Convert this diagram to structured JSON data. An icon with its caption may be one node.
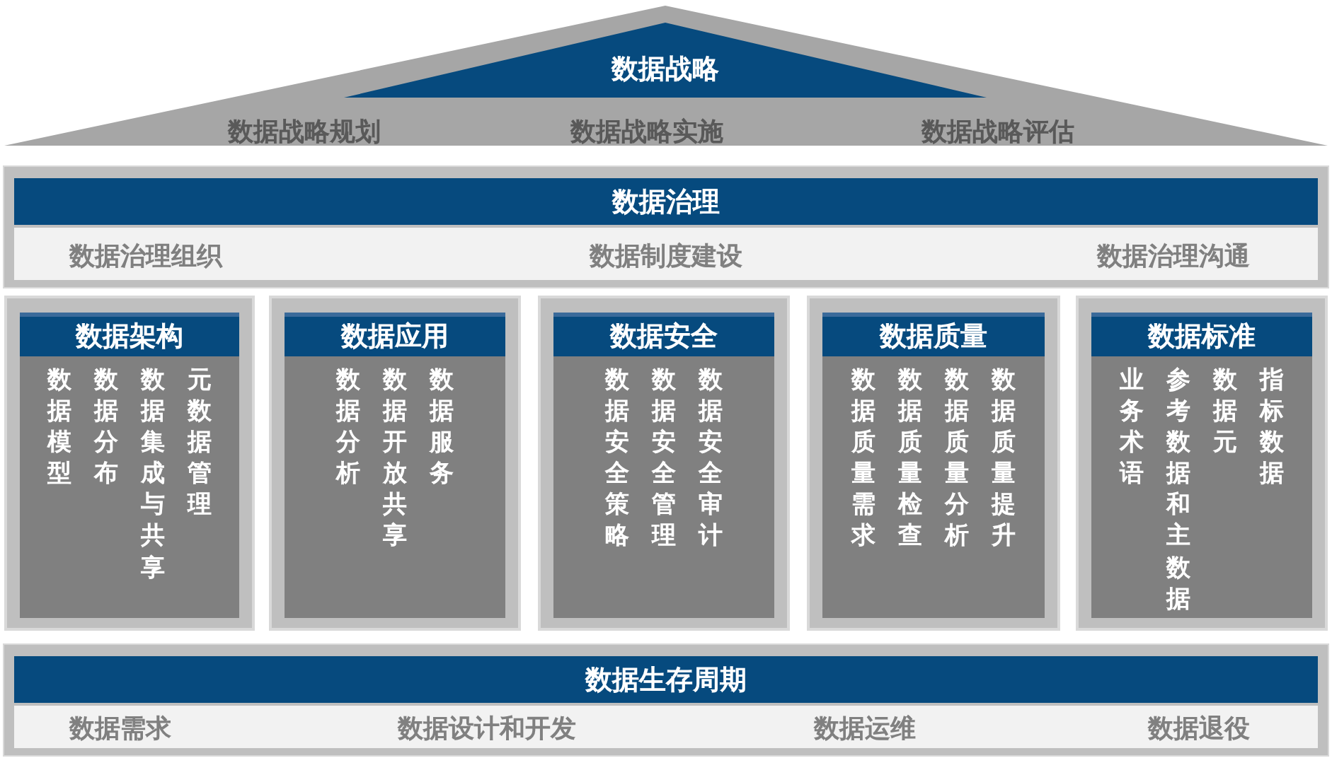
{
  "diagram": {
    "nodes": [
      {
        "text": [
          "数据战略规划",
          "数据战略实施",
          "数据战略评估"
        ]
      },
      {
        "text": [
          "数据战略"
        ],
        "in": 0
      },
      {
        "text": [
          "数据治理",
          "数据治理组织",
          "数据制度建设",
          "数据治理沟通"
        ]
      },
      {
        "text": [
          "数据架构",
          "数据模型",
          "数据分布",
          "数据集成与共享",
          "元数据管理"
        ]
      },
      {
        "text": [
          "数据应用",
          "数据分析",
          "数据开放共享",
          "数据服务"
        ]
      },
      {
        "text": [
          "数据安全",
          "数据安全策略",
          "数据安全管理",
          "数据安全审计"
        ]
      },
      {
        "text": [
          "数据质量",
          "数据质量需求",
          "数据质量检查",
          "数据质量分析",
          "数据质量提升"
        ]
      },
      {
        "text": [
          "数据标准",
          "业务术语",
          "参考数据和主数据",
          "数据元",
          "指标数据"
        ]
      },
      {
        "text": [
          "数据生存周期",
          "数据需求",
          "数据设计和开发",
          "数据运维",
          "数据退役"
        ]
      }
    ],
    "edges": []
  }
}
